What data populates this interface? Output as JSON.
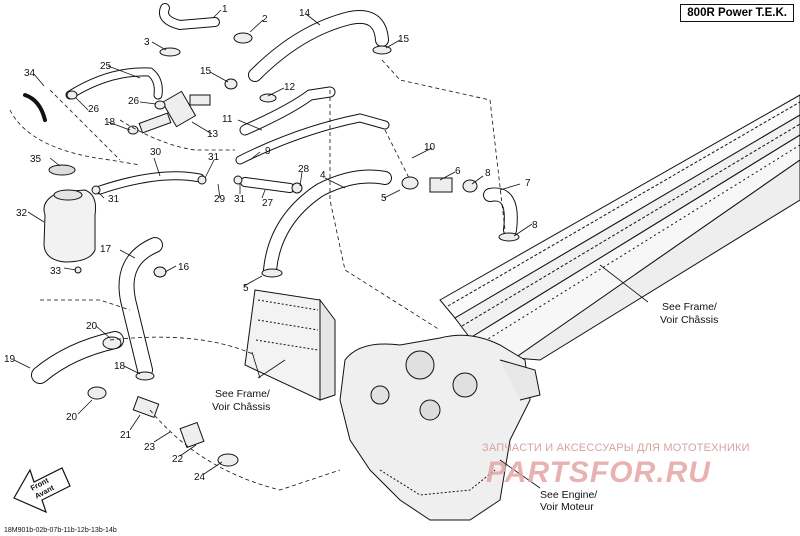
{
  "title": "800R Power T.E.K.",
  "footer_code": "18M901b-02b-07b-11b-12b-13b-14b",
  "watermark": {
    "tagline": "ЗАПЧАСТИ И АКСЕССУАРЫ ДЛЯ МОТОТЕХНИКИ",
    "brand": "PARTSFOR.RU"
  },
  "direction_arrow": {
    "line1": "Front",
    "line2": "Avant"
  },
  "notes": {
    "frame_right_1": "See Frame/",
    "frame_right_2": "Voir Châssis",
    "frame_left_1": "See Frame/",
    "frame_left_2": "Voir Châssis",
    "engine_1": "See Engine/",
    "engine_2": "Voir Moteur"
  },
  "callouts": [
    "1",
    "2",
    "3",
    "4",
    "5",
    "5",
    "6",
    "7",
    "8",
    "8",
    "9",
    "10",
    "11",
    "12",
    "13",
    "14",
    "15",
    "15",
    "16",
    "17",
    "18",
    "18",
    "19",
    "20",
    "20",
    "21",
    "22",
    "23",
    "24",
    "25",
    "26",
    "26",
    "27",
    "28",
    "29",
    "30",
    "31",
    "31",
    "31",
    "32",
    "33",
    "34",
    "35"
  ],
  "colors": {
    "line": "#111111",
    "watermark": "#e5a5a5"
  }
}
